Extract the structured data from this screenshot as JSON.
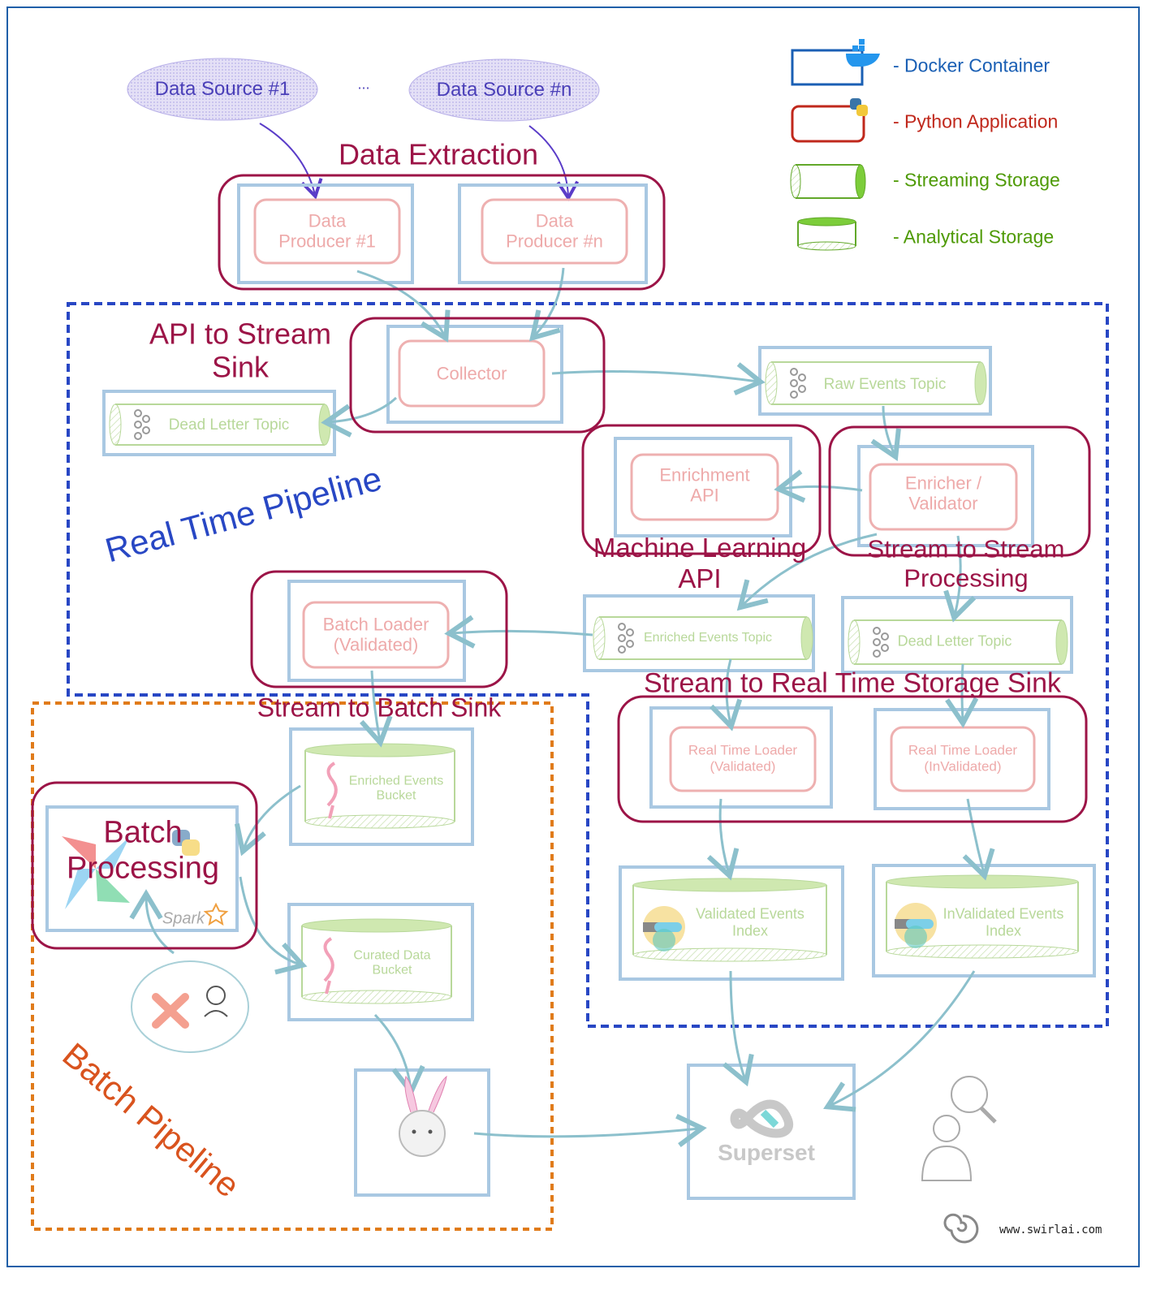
{
  "sources": [
    "Data Source #1",
    "Data Source #n"
  ],
  "sources_ellipsis": "...",
  "legend": [
    {
      "label": "- Docker Container",
      "color": "#1a5fb4",
      "icon": "docker-whale-icon"
    },
    {
      "label": "- Python Application",
      "color": "#c0281c",
      "icon": "python-icon"
    },
    {
      "label": "- Streaming Storage",
      "color": "#4e9a06"
    },
    {
      "label": "- Analytical Storage",
      "color": "#4e9a06"
    }
  ],
  "pipelines": {
    "real_time": "Real Time Pipeline",
    "batch": "Batch Pipeline"
  },
  "groups": {
    "data_extraction": "Data Extraction",
    "api_to_stream": [
      "API to Stream",
      "Sink"
    ],
    "ml_api": [
      "Machine Learning",
      "API"
    ],
    "stream_to_stream": [
      "Stream to Stream",
      "Processing"
    ],
    "stream_to_batch": [
      "Stream to Batch",
      "Sink"
    ],
    "stream_to_rt_storage": [
      "Stream to Real Time Storage",
      "Sink"
    ],
    "batch_processing": [
      "Batch",
      "Processing"
    ]
  },
  "apps": {
    "producer_1": [
      "Data",
      "Producer #1"
    ],
    "producer_n": [
      "Data",
      "Producer #n"
    ],
    "collector": "Collector",
    "enrichment_api": [
      "Enrichment",
      "API"
    ],
    "enricher": [
      "Enricher /",
      "Validator"
    ],
    "batch_loader": [
      "Batch Loader",
      "(Validated)"
    ],
    "rt_loader_valid": [
      "Real Time Loader",
      "(Validated)"
    ],
    "rt_loader_invalid": [
      "Real Time Loader",
      "(InValidated)"
    ]
  },
  "topics": {
    "dead_letter_1": "Dead Letter Topic",
    "raw_events": "Raw Events Topic",
    "enriched_events": "Enriched Events Topic",
    "dead_letter_2": "Dead Letter Topic"
  },
  "buckets": {
    "enriched": [
      "Enriched Events",
      "Bucket"
    ],
    "curated": [
      "Curated Data",
      "Bucket"
    ]
  },
  "indexes": {
    "validated": [
      "Validated Events",
      "Index"
    ],
    "invalidated": [
      "InValidated Events",
      "Index"
    ]
  },
  "tools": {
    "superset": "Superset",
    "spark": "Spark"
  },
  "footer": {
    "url": "www.swirlai.com"
  },
  "colors": {
    "group": "#9c1447",
    "docker": "#a9c8e2",
    "python": "#eeb0b0",
    "storage": "#b8d89a",
    "arrow": "#8cc0cc",
    "realtime": "#2847c4",
    "batch": "#e07b1a"
  }
}
